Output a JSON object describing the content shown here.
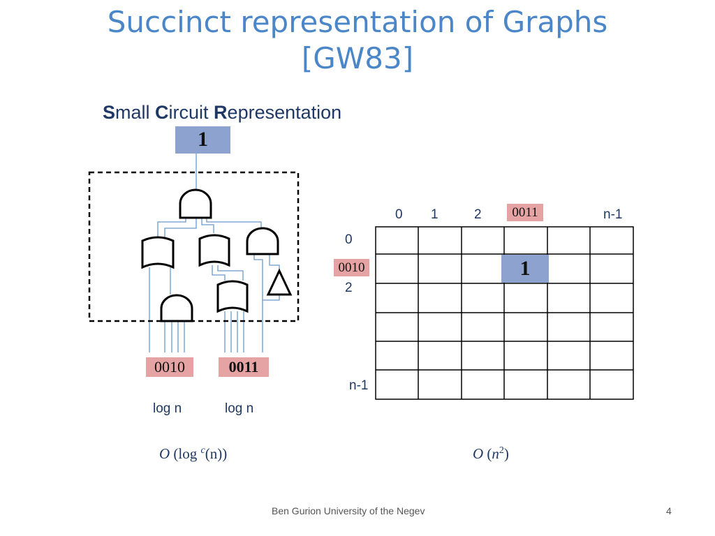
{
  "slide": {
    "title_line1": "Succinct representation of Graphs",
    "title_line2": "[GW83]",
    "subtitle": {
      "w1_cap": "S",
      "w1_rest": "mall ",
      "w2_cap": "C",
      "w2_rest": "ircuit ",
      "w3_cap": "R",
      "w3_rest": "epresentation"
    },
    "circuit": {
      "output_value": "1",
      "input_a": "0010",
      "input_b": "0011",
      "label_a": "log n",
      "label_b": "log n"
    },
    "matrix": {
      "col_labels": [
        "0",
        "1",
        "2",
        "0011",
        "n-1"
      ],
      "row_labels": [
        "0",
        "0010",
        "2",
        "n-1"
      ],
      "highlight_value": "1"
    },
    "complexity": {
      "circuit": {
        "O": "O",
        "open": " (log ",
        "exp": "c",
        "arg": "(n))"
      },
      "matrix": {
        "O": "O",
        "open": " (",
        "base": "n",
        "exp": "2",
        "close": ")"
      }
    },
    "footer": {
      "institution": "Ben Gurion University of the Negev",
      "page_number": "4"
    },
    "colors": {
      "title": "#4a86c8",
      "text": "#1f3864",
      "wire": "#6a9acb",
      "highlight_pink": "#e6a3a3",
      "highlight_blue": "#8ea2cf"
    }
  }
}
